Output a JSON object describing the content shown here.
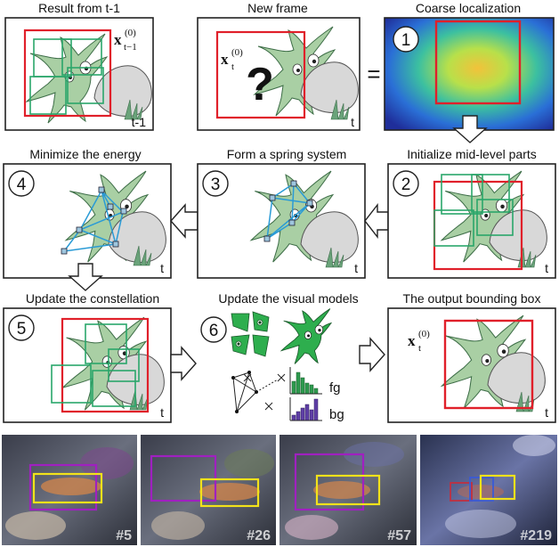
{
  "steps": {
    "result_prev": {
      "title": "Result from t-1",
      "frame_tag": "t-1",
      "math_base": "x",
      "math_sup": "(0)",
      "math_sub": "t−1"
    },
    "new_frame": {
      "title": "New frame",
      "frame_tag": "t",
      "math_base": "x",
      "math_sup": "(0)",
      "math_sub": "t",
      "unknown_mark": "?"
    },
    "equals": "=",
    "coarse": {
      "title": "Coarse localization",
      "number": "1"
    },
    "init_parts": {
      "title": "Initialize mid-level parts",
      "number": "2",
      "frame_tag": "t"
    },
    "spring": {
      "title": "Form a spring system",
      "number": "3",
      "frame_tag": "t"
    },
    "energy": {
      "title": "Minimize the energy",
      "number": "4",
      "frame_tag": "t"
    },
    "update_const": {
      "title": "Update the constellation",
      "number": "5",
      "frame_tag": "t"
    },
    "update_visual": {
      "title": "Update the visual models",
      "number": "6",
      "fg_label": "fg",
      "bg_label": "bg"
    },
    "output": {
      "title": "The output bounding box",
      "frame_tag": "t",
      "math_base": "x",
      "math_sup": "(0)",
      "math_sub": "t"
    }
  },
  "photos": [
    {
      "frame_label": "#5"
    },
    {
      "frame_label": "#26"
    },
    {
      "frame_label": "#57"
    },
    {
      "frame_label": "#219"
    }
  ],
  "colors": {
    "box_red": "#e0202a",
    "part_green": "#2aa66a",
    "spring_blue": "#2a9bd6",
    "creature": "#a9cfa4",
    "creature_stroke": "#3e6e48",
    "rock": "#d8d8d8",
    "grass": "#6aa37a",
    "hist_green": "#2d9a4e",
    "hist_purple": "#5f3fa6",
    "track_purple": "#a020c0",
    "track_yellow": "#f2e21a"
  }
}
